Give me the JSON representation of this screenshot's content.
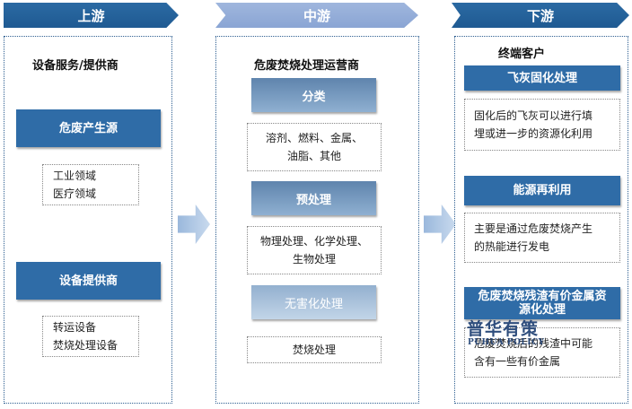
{
  "stages": {
    "upstream": "上游",
    "midstream": "中游",
    "downstream": "下游"
  },
  "upstream": {
    "title": "设备服务/提供商",
    "sources_label": "危废产生源",
    "sources": [
      "工业领域",
      "医疗领域"
    ],
    "equipment_label": "设备提供商",
    "equipment": [
      "转运设备",
      "焚烧处理设备"
    ]
  },
  "midstream": {
    "title": "危废焚烧处理运营商",
    "classify_label": "分类",
    "classify_items": [
      "溶剂、燃料、金属、",
      "油脂、其他"
    ],
    "pretreat_label": "预处理",
    "pretreat_items": [
      "物理处理、化学处理、",
      "生物处理"
    ],
    "harmless_label": "无害化处理",
    "incinerate_label": "焚烧处理"
  },
  "downstream": {
    "title": "终端客户",
    "flyash_label": "飞灰固化处理",
    "flyash_desc": [
      "固化后的飞灰可以进行填",
      "埋或进一步的资源化利用"
    ],
    "energy_label": "能源再利用",
    "energy_desc": [
      "主要是通过危废焚烧产生",
      "的热能进行发电"
    ],
    "residue_label_lines": [
      "危废焚烧残渣有价金属资",
      "源化处理"
    ],
    "residue_desc": [
      "危废焚烧后的残渣中可能",
      "含有一些有价金属"
    ]
  },
  "watermark": {
    "cn": "普华有策",
    "en": "PUHUA POLICY"
  },
  "colors": {
    "dark_blue": "#2f6ca7",
    "light_blue": "#8aa5d4",
    "border": "#2e5f91"
  }
}
